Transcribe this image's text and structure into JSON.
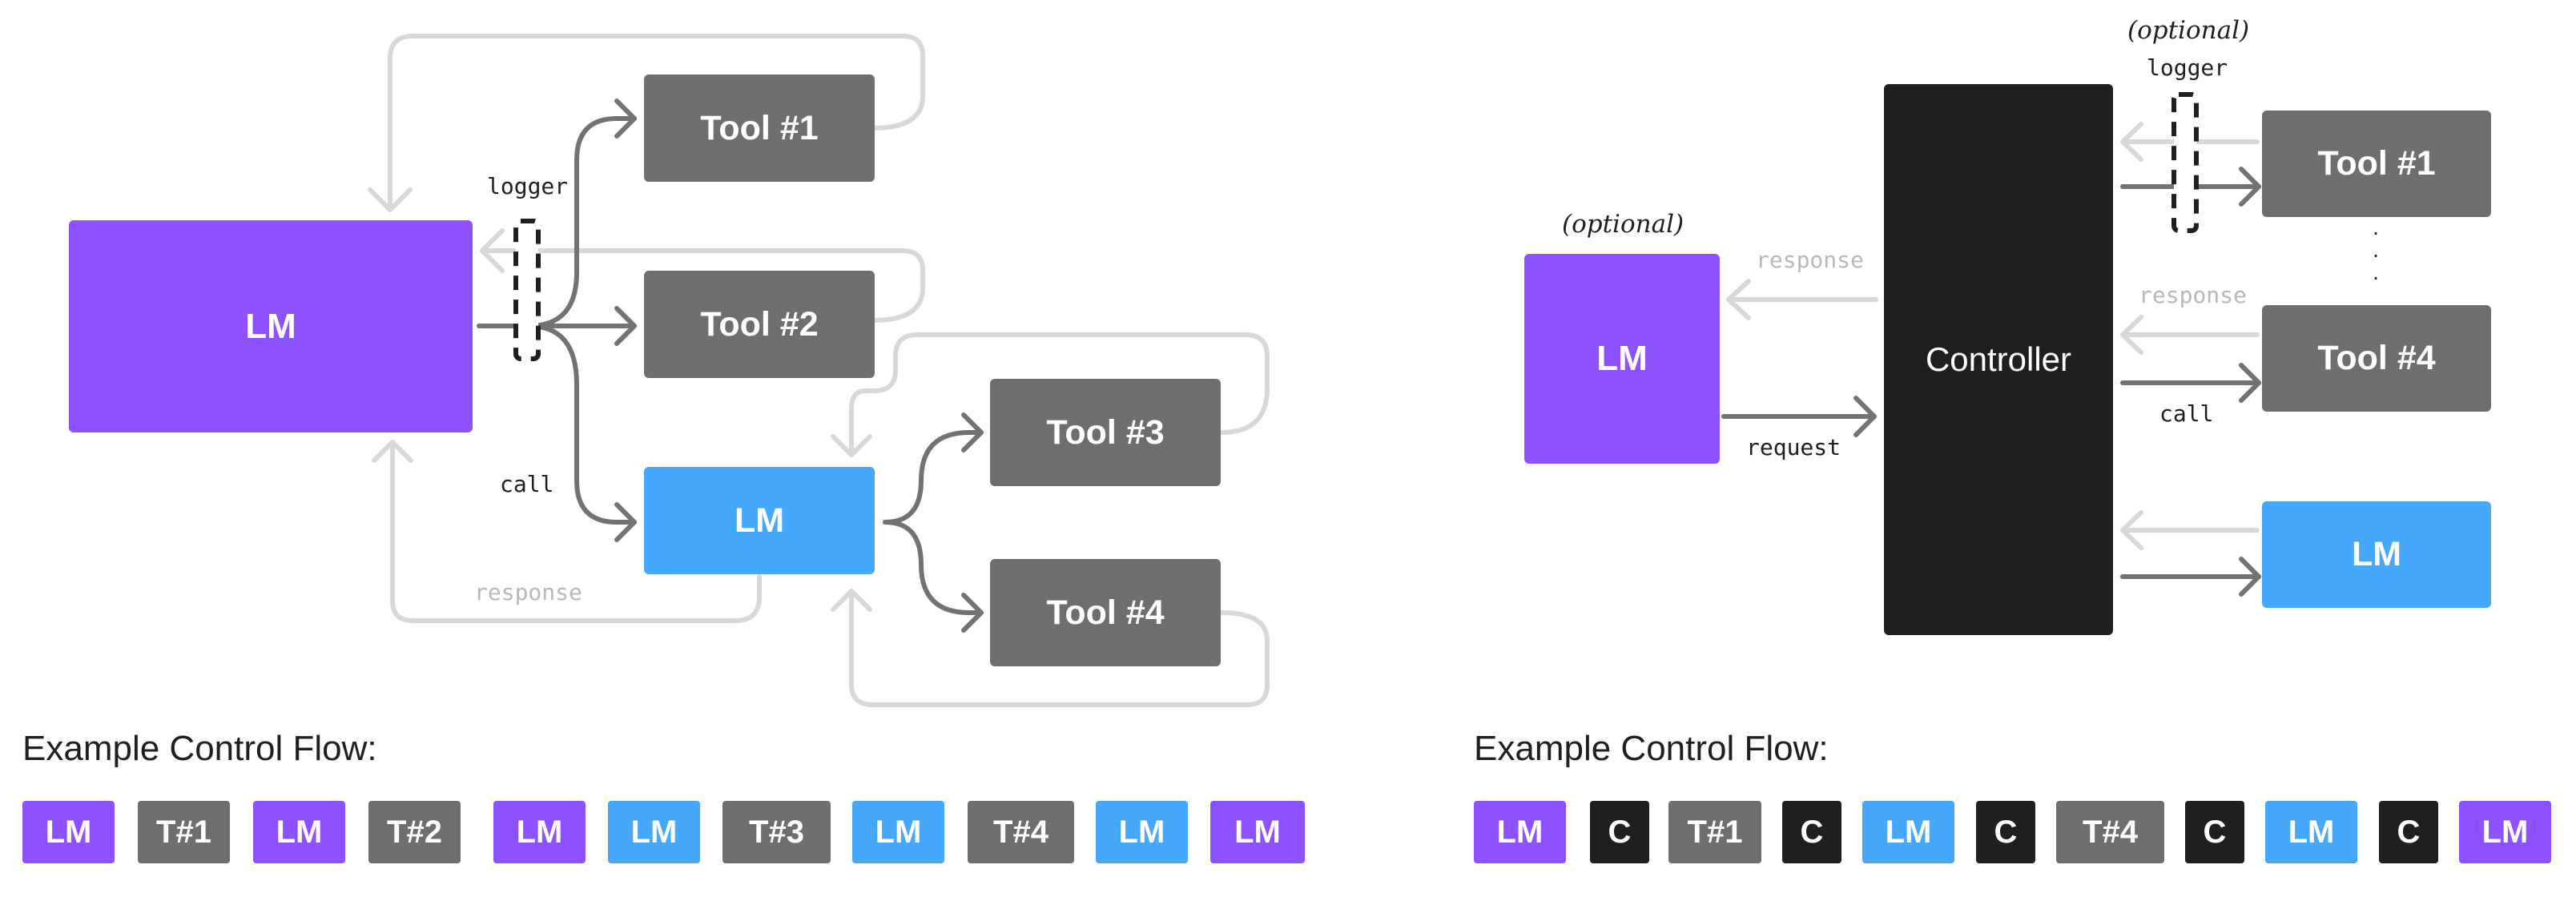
{
  "colors": {
    "lm_purple": "#8c52ff",
    "lm_blue": "#45a8fa",
    "tool_gray": "#6e6e6e",
    "controller_black": "#1f1f1f",
    "edge_dark": "#727272",
    "edge_light": "#d8d8d8"
  },
  "left_diagram": {
    "lm_main": "LM",
    "tools": [
      "Tool #1",
      "Tool #2",
      "Tool #3",
      "Tool #4"
    ],
    "lm_sub": "LM",
    "logger_label": "logger",
    "call_label": "call",
    "response_label": "response"
  },
  "right_diagram": {
    "optional_lm": "(optional)",
    "lm": "LM",
    "controller": "Controller",
    "optional_logger": "(optional)",
    "logger_label": "logger",
    "tool_1": "Tool #1",
    "tool_4": "Tool #4",
    "lm_sub": "LM",
    "response_label": "response",
    "request_label": "request",
    "tool_response_label": "response",
    "call_label": "call",
    "ellipsis": [
      "·",
      "·",
      "·"
    ]
  },
  "example_flows": [
    {
      "title": "Example Control Flow:",
      "chips": [
        {
          "label": "LM",
          "kind": "LM"
        },
        {
          "label": "T#1",
          "kind": "T"
        },
        {
          "label": "LM",
          "kind": "LM"
        },
        {
          "label": "T#2",
          "kind": "T"
        },
        {
          "label": "LM",
          "kind": "LM"
        },
        {
          "label": "LM",
          "kind": "LMb"
        },
        {
          "label": "T#3",
          "kind": "T"
        },
        {
          "label": "LM",
          "kind": "LMb"
        },
        {
          "label": "T#4",
          "kind": "T"
        },
        {
          "label": "LM",
          "kind": "LMb"
        },
        {
          "label": "LM",
          "kind": "LM"
        }
      ]
    },
    {
      "title": "Example Control Flow:",
      "chips": [
        {
          "label": "LM",
          "kind": "LM"
        },
        {
          "label": "C",
          "kind": "C"
        },
        {
          "label": "T#1",
          "kind": "T"
        },
        {
          "label": "C",
          "kind": "C"
        },
        {
          "label": "LM",
          "kind": "LMb"
        },
        {
          "label": "C",
          "kind": "C"
        },
        {
          "label": "T#4",
          "kind": "T"
        },
        {
          "label": "C",
          "kind": "C"
        },
        {
          "label": "LM",
          "kind": "LMb"
        },
        {
          "label": "C",
          "kind": "C"
        },
        {
          "label": "LM",
          "kind": "LM"
        }
      ]
    }
  ]
}
